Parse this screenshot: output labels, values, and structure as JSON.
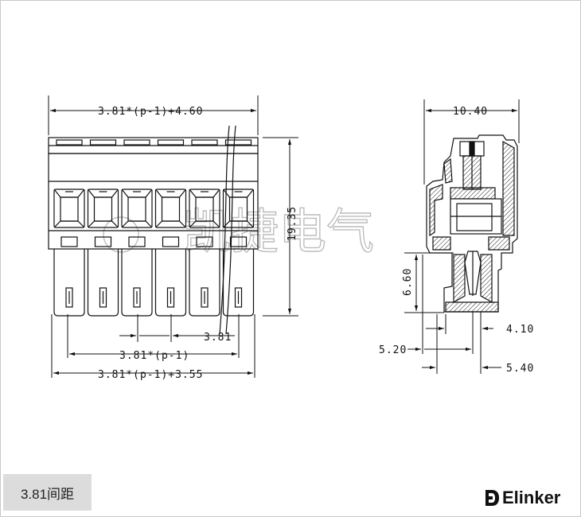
{
  "drawing": {
    "dimensions": {
      "top_width": "3.81*(p-1)+4.60",
      "height": "19.35",
      "pitch": "3.81",
      "span": "3.81*(p-1)",
      "bottom_width": "3.81*(p-1)+3.55",
      "side_width": "10.40",
      "side_depth": "6.60",
      "offset_a": "4.10",
      "offset_b": "5.20",
      "offset_c": "5.40"
    },
    "pin_count": 6,
    "watermark": "凯捷电气"
  },
  "caption": {
    "label": "3.81间距"
  },
  "logo": {
    "text": "Elinker"
  }
}
